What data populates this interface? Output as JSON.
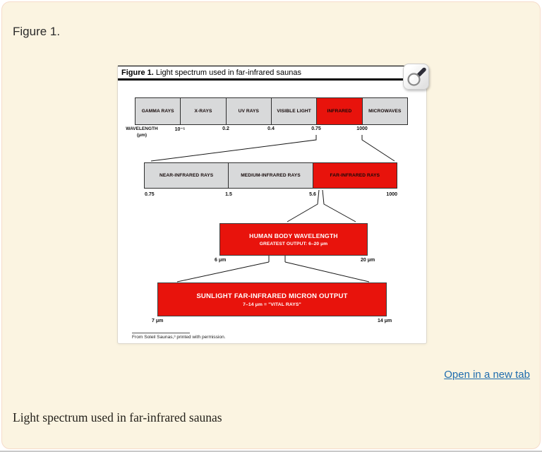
{
  "page": {
    "figure_label": "Figure 1.",
    "open_in_new_tab": "Open in a new tab",
    "caption": "Light spectrum used in far-infrared saunas",
    "colors": {
      "accent_red": "#e8130c",
      "link_blue": "#1e6cae",
      "card_background": "#fbf4e1",
      "card_border": "#f6dcca"
    }
  },
  "figure": {
    "title": {
      "bold": "Figure 1.",
      "rest": " Light spectrum used in far-infrared saunas"
    },
    "magnifier_icon": "magnifier",
    "em_spectrum": {
      "axis_label_line1": "WAVELENGTH",
      "axis_label_line2": "(μm)",
      "bands": [
        {
          "label": "GAMMA RAYS"
        },
        {
          "label": "X-RAYS"
        },
        {
          "label": "UV RAYS"
        },
        {
          "label": "VISIBLE LIGHT"
        },
        {
          "label": "INFRARED"
        },
        {
          "label": "MICROWAVES"
        }
      ],
      "ticks": [
        "10⁻⁵",
        "0.2",
        "0.4",
        "0.75",
        "1000"
      ]
    },
    "infrared_spectrum": {
      "bands": [
        {
          "label": "NEAR-INFRARED RAYS"
        },
        {
          "label": "MEDIUM-INFRARED RAYS"
        },
        {
          "label": "FAR-INFRARED RAYS"
        }
      ],
      "ticks": [
        "0.75",
        "1.5",
        "5.6",
        "1000"
      ]
    },
    "human_body": {
      "title": "HUMAN BODY WAVELENGTH",
      "subtitle": "GREATEST OUTPUT: 6–20 μm",
      "left_label": "6 μm",
      "right_label": "20 μm"
    },
    "sunlight": {
      "title": "SUNLIGHT FAR-INFRARED MICRON OUTPUT",
      "subtitle": "7–14 μm = \"VITAL RAYS\"",
      "left_label": "7 μm",
      "right_label": "14 μm"
    },
    "footnote": "From Soleil Saunas,³ printed with permission."
  }
}
